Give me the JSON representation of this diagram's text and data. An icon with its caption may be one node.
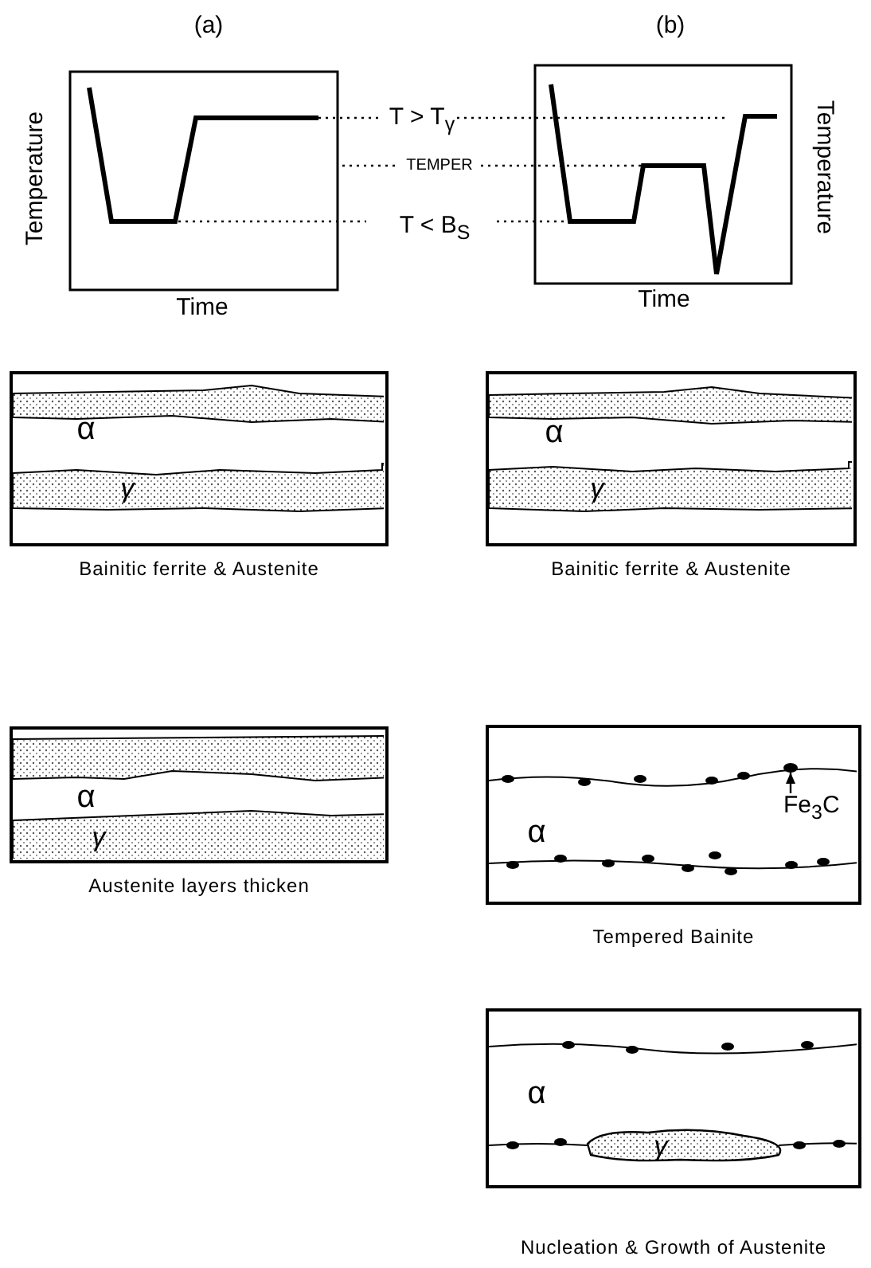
{
  "diagram": {
    "nodes": [
      {
        "text": [
          "α",
          "γ"
        ],
        "beside": [
          "Bainitic ferrite & Austenite"
        ]
      },
      {
        "text": [
          "α",
          "γ"
        ],
        "beside": [
          "Bainitic ferrite & Austenite"
        ]
      },
      {
        "text": [
          "α",
          "γ"
        ],
        "beside": [
          "Austenite layers thicken"
        ]
      },
      {
        "text": [
          "α"
        ],
        "beside": [
          "Tempered Bainite"
        ]
      },
      {
        "text": [],
        "shape": "ellipse",
        "in": 3
      },
      {
        "text": [
          "Fe$_{3}$C"
        ],
        "in": 3
      },
      {
        "text": [
          "α",
          "γ"
        ],
        "beside": [
          "Nucleation & Growth of Austenite"
        ]
      }
    ],
    "edges": [
      {
        "from": 5,
        "to": 4,
        "arrow": "to"
      }
    ],
    "labels": [
      "(a)",
      "(b)",
      "Temperature",
      "T > T$_{γ}$",
      "Temperature",
      "TEMPER",
      "T < B$_{S}$",
      "Time",
      "Time"
    ]
  }
}
